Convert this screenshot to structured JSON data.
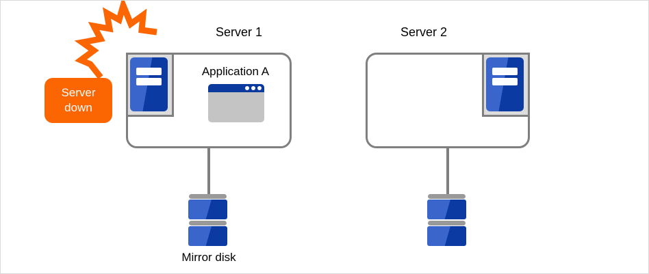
{
  "colors": {
    "orange": "#FB6502",
    "blue-light": "#3A66CC",
    "blue-dark": "#0B3AA2",
    "navy": "#0B3A9E",
    "border-gray": "#7F7F7F",
    "frame-gray": "#DCDCDC",
    "window-gray": "#C4C4C4",
    "cap-gray": "#999999",
    "canvas-border": "#D9D9D9"
  },
  "diagram": {
    "crash_badge": {
      "line1": "Server",
      "line2": "down"
    },
    "server1": {
      "label": "Server 1",
      "application_label": "Application A"
    },
    "server2": {
      "label": "Server 2"
    },
    "mirror_disk": {
      "label": "Mirror disk"
    },
    "icons": {
      "lightning": "crash-lightning-icon",
      "server_tower": "server-tower-icon",
      "app_window": "application-window-icon",
      "disk": "mirror-disk-icon"
    }
  }
}
